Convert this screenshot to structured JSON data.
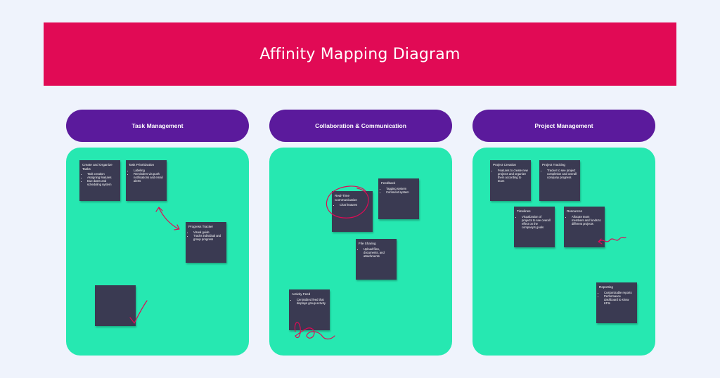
{
  "title": "Affinity Mapping Diagram",
  "colors": {
    "background": "#eff3fc",
    "banner": "#e10a55",
    "header": "#5b1a9c",
    "panel": "#26e8b1",
    "note": "#3a3a52",
    "ink": "#e10a55"
  },
  "columns": [
    {
      "title": "Task Management",
      "notes": [
        {
          "title": "Create and Organize Tasks",
          "items": [
            "Task creation",
            "Assigning features",
            "Due dates and scheduling system"
          ]
        },
        {
          "title": "Task Prioritization",
          "items": [
            "Labeling",
            "Reminders via push notifications and email alerts"
          ]
        },
        {
          "title": "Progress Tracker",
          "items": [
            "Visual guide",
            "Tracks individual and group progress"
          ]
        },
        {
          "title": "",
          "items": []
        }
      ]
    },
    {
      "title": "Collaboration & Communication",
      "notes": [
        {
          "title": "Real-Time Communication",
          "items": [
            "Chat features"
          ]
        },
        {
          "title": "Feedback",
          "items": [
            "Tagging system",
            "Comment system"
          ]
        },
        {
          "title": "File Sharing",
          "items": [
            "Upload files, documents, and attachments"
          ]
        },
        {
          "title": "Activity Feed",
          "items": [
            "Centralized feed that displays group activity"
          ]
        }
      ]
    },
    {
      "title": "Project Management",
      "notes": [
        {
          "title": "Project Creation",
          "items": [
            "Features to create new projects and organize them according to team"
          ]
        },
        {
          "title": "Project Tracking",
          "items": [
            "Tracker to see project completion and overall company progress"
          ]
        },
        {
          "title": "Timelines",
          "items": [
            "Visualization of projects to see overall effect on the company's goals"
          ]
        },
        {
          "title": "Resources",
          "items": [
            "Allocate team members and funds to different projects"
          ]
        },
        {
          "title": "Reporting",
          "items": [
            "Customizable reports",
            "Performance dashboard to show KPIs"
          ]
        }
      ]
    }
  ]
}
